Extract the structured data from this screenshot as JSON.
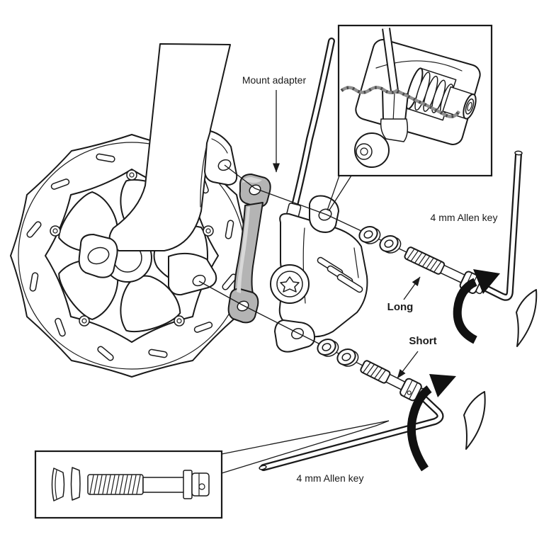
{
  "figure": {
    "background": "#ffffff",
    "line_color": "#1a1a1a",
    "adapter_fill": "#b4b4b4",
    "adapter_highlight": "#d8d8d8",
    "wire_color": "#8f8f8f"
  },
  "labels": {
    "mount_adapter": "Mount adapter",
    "allen_key_top": "4 mm Allen key",
    "bolt_long": "Long",
    "bolt_short": "Short",
    "allen_key_bottom": "4 mm Allen key"
  }
}
